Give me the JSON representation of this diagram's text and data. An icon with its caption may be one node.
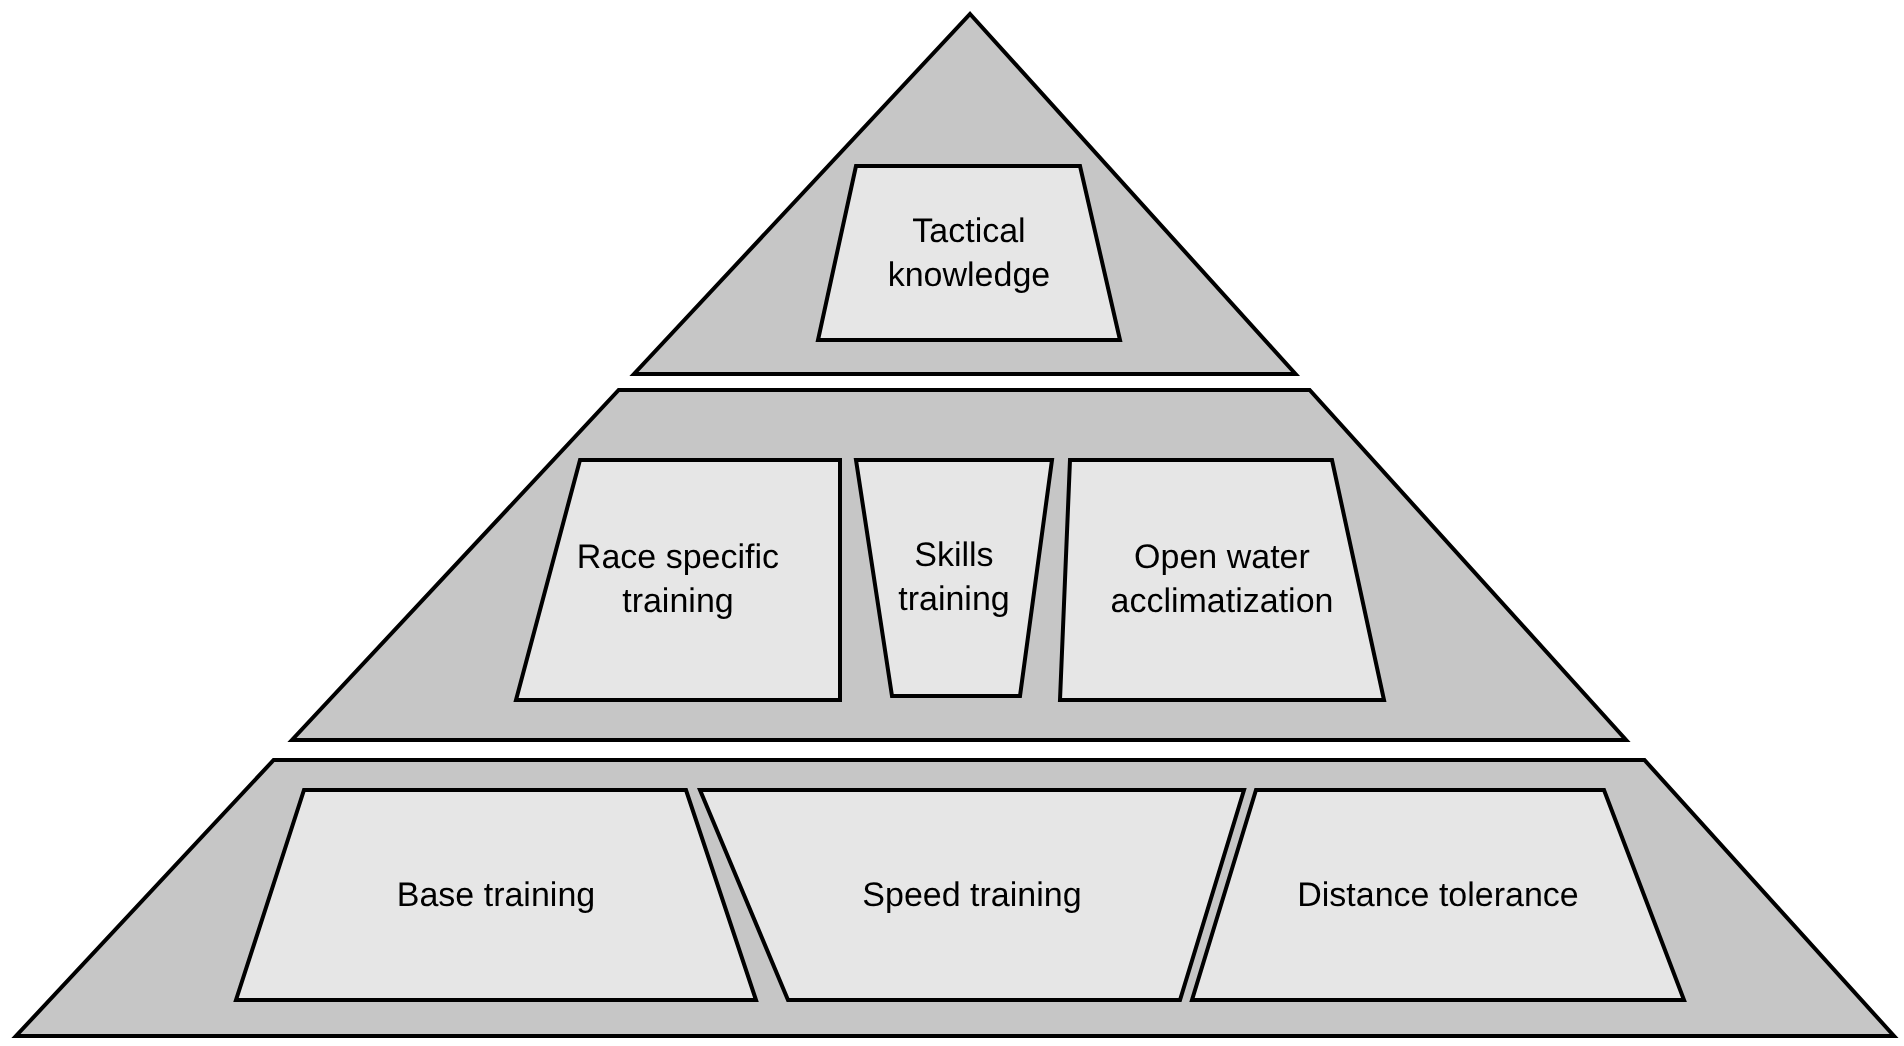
{
  "diagram": {
    "nodes": [
      {
        "text": [],
        "shape": "triangle"
      },
      {
        "text": [
          "Tactical knowledge"
        ],
        "in": 0
      },
      {
        "text": [],
        "shape": "band"
      },
      {
        "text": [
          "Race specific training"
        ],
        "in": 2
      },
      {
        "text": [
          "Skills training"
        ],
        "in": 2
      },
      {
        "text": [
          "Open water acclimatization"
        ],
        "in": 2
      },
      {
        "text": [],
        "shape": "band"
      },
      {
        "text": [
          "Base training"
        ],
        "in": 6
      },
      {
        "text": [
          "Speed training"
        ],
        "in": 6
      },
      {
        "text": [
          "Distance tolerance"
        ],
        "in": 6
      }
    ]
  }
}
